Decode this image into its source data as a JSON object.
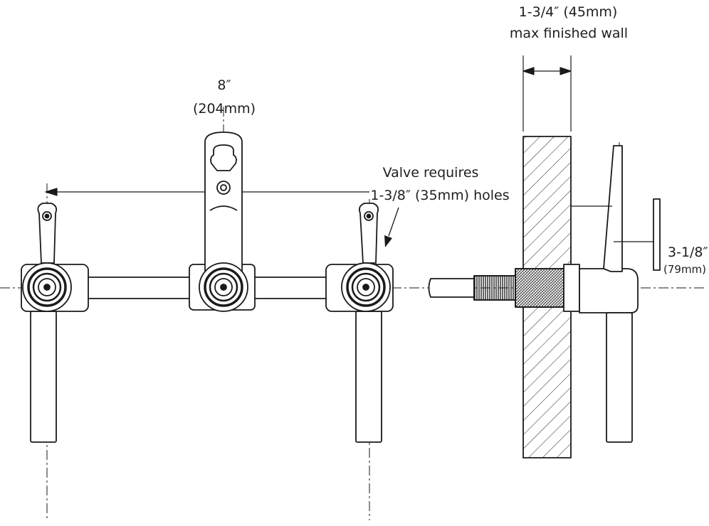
{
  "labels": {
    "spacing_value": "8″",
    "spacing_metric": "(204mm)",
    "holes_line1": "Valve requires",
    "holes_line2": "1-3/8″ (35mm) holes",
    "wall_value": "1-3/4″  (45mm)",
    "wall_line2": "max finished wall",
    "reach_value": "3-1/8″",
    "reach_metric": "(79mm)"
  },
  "colors": {
    "line": "#1a1a1a",
    "background": "#ffffff",
    "wall_hatch": "#333333"
  }
}
